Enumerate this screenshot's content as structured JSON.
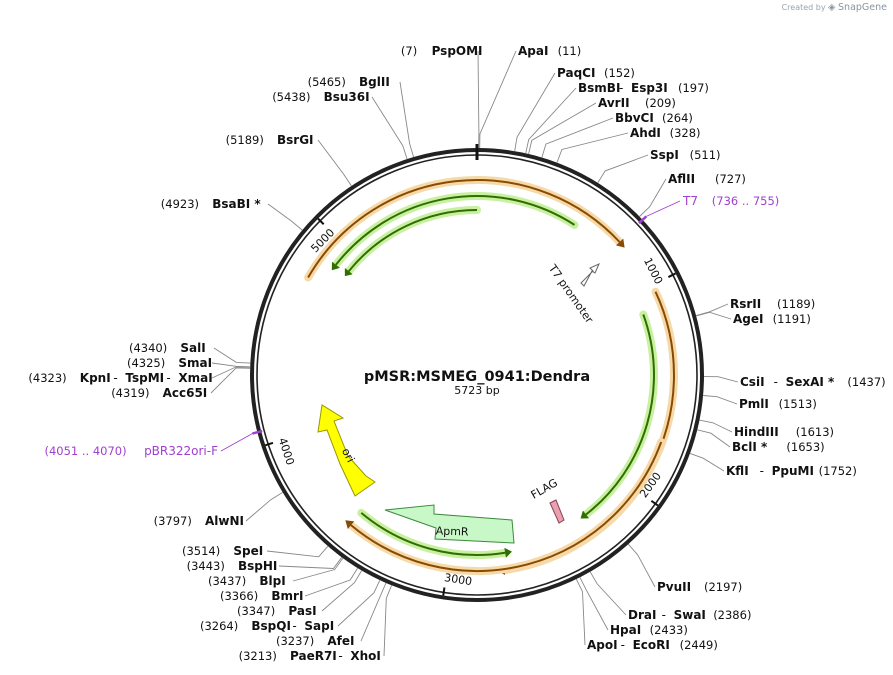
{
  "credit": {
    "prefix": "Created by",
    "brand": "SnapGene"
  },
  "plasmid": {
    "name": "pMSR:MSMEG_0941:Dendra",
    "length_label": "5723 bp",
    "length": 5723
  },
  "ticks": [
    {
      "label": "1000",
      "pos": 1000
    },
    {
      "label": "2000",
      "pos": 2000
    },
    {
      "label": "3000",
      "pos": 3000
    },
    {
      "label": "4000",
      "pos": 4000
    },
    {
      "label": "5000",
      "pos": 5000
    }
  ],
  "sites_right": [
    {
      "parts": [
        "PspOMI"
      ],
      "pos": "(7)",
      "side": "left",
      "bp": 7
    },
    {
      "parts": [
        "ApaI"
      ],
      "pos": "(11)",
      "side": "right",
      "bp": 11
    },
    {
      "parts": [
        "PaqCI"
      ],
      "pos": "(152)",
      "side": "right",
      "bp": 152
    },
    {
      "parts": [
        "BsmBI",
        "Esp3I"
      ],
      "pos": "(197)",
      "side": "right",
      "bp": 197
    },
    {
      "parts": [
        "AvrII"
      ],
      "pos": "(209)",
      "side": "right",
      "bp": 209
    },
    {
      "parts": [
        "BbvCI"
      ],
      "pos": "(264)",
      "side": "right",
      "bp": 264
    },
    {
      "parts": [
        "AhdI"
      ],
      "pos": "(328)",
      "side": "right",
      "bp": 328
    },
    {
      "parts": [
        "SspI"
      ],
      "pos": "(511)",
      "side": "right",
      "bp": 511
    },
    {
      "parts": [
        "AflII"
      ],
      "pos": "(727)",
      "side": "right",
      "bp": 727
    },
    {
      "parts": [
        "RsrII"
      ],
      "pos": "(1189)",
      "side": "right",
      "bp": 1189
    },
    {
      "parts": [
        "AgeI"
      ],
      "pos": "(1191)",
      "side": "right",
      "bp": 1191
    },
    {
      "parts": [
        "CsiI",
        "SexAI *"
      ],
      "pos": "(1437)",
      "side": "right",
      "bp": 1437
    },
    {
      "parts": [
        "PmlI"
      ],
      "pos": "(1513)",
      "side": "right",
      "bp": 1513
    },
    {
      "parts": [
        "HindIII"
      ],
      "pos": "(1613)",
      "side": "right",
      "bp": 1613
    },
    {
      "parts": [
        "BclI *"
      ],
      "pos": "(1653)",
      "side": "right",
      "bp": 1653
    },
    {
      "parts": [
        "KflI",
        "PpuMI"
      ],
      "pos": "(1752)",
      "side": "right",
      "bp": 1752
    },
    {
      "parts": [
        "PvuII"
      ],
      "pos": "(2197)",
      "side": "right",
      "bp": 2197
    },
    {
      "parts": [
        "DraI",
        "SwaI"
      ],
      "pos": "(2386)",
      "side": "right",
      "bp": 2386
    },
    {
      "parts": [
        "HpaI"
      ],
      "pos": "(2433)",
      "side": "right",
      "bp": 2433
    },
    {
      "parts": [
        "ApoI",
        "EcoRI"
      ],
      "pos": "(2449)",
      "side": "right",
      "bp": 2449
    }
  ],
  "sites_left": [
    {
      "parts": [
        "PaeR7I",
        "XhoI"
      ],
      "pos": "(3213)",
      "bp": 3213
    },
    {
      "parts": [
        "AfeI"
      ],
      "pos": "(3237)",
      "bp": 3237
    },
    {
      "parts": [
        "BspQI",
        "SapI"
      ],
      "pos": "(3264)",
      "bp": 3264
    },
    {
      "parts": [
        "PasI"
      ],
      "pos": "(3347)",
      "bp": 3347
    },
    {
      "parts": [
        "BmrI"
      ],
      "pos": "(3366)",
      "bp": 3366
    },
    {
      "parts": [
        "BlpI"
      ],
      "pos": "(3437)",
      "bp": 3437
    },
    {
      "parts": [
        "BspHI"
      ],
      "pos": "(3443)",
      "bp": 3443
    },
    {
      "parts": [
        "SpeI"
      ],
      "pos": "(3514)",
      "bp": 3514
    },
    {
      "parts": [
        "AlwNI"
      ],
      "pos": "(3797)",
      "bp": 3797
    },
    {
      "parts": [
        "Acc65I"
      ],
      "pos": "(4319)",
      "bp": 4319
    },
    {
      "parts": [
        "KpnI",
        "TspMI",
        "XmaI"
      ],
      "pos": "(4323)",
      "bp": 4323
    },
    {
      "parts": [
        "SmaI"
      ],
      "pos": "(4325)",
      "bp": 4325
    },
    {
      "parts": [
        "SalI"
      ],
      "pos": "(4340)",
      "bp": 4340
    },
    {
      "parts": [
        "BsaBI *"
      ],
      "pos": "(4923)",
      "bp": 4923
    },
    {
      "parts": [
        "BsrGI"
      ],
      "pos": "(5189)",
      "bp": 5189
    },
    {
      "parts": [
        "Bsu36I"
      ],
      "pos": "(5438)",
      "bp": 5438
    },
    {
      "parts": [
        "BglII"
      ],
      "pos": "(5465)",
      "bp": 5465
    }
  ],
  "primers": [
    {
      "name": "T7",
      "range": "(736 .. 755)",
      "side": "right",
      "bp": 745
    },
    {
      "name": "pBR322ori-F",
      "range": "(4051 .. 4070)",
      "side": "left",
      "bp": 4060
    }
  ],
  "features": [
    {
      "name": "T7 promoter",
      "type": "promoter"
    },
    {
      "name": "FLAG",
      "type": "tag"
    },
    {
      "name": "ApmR",
      "type": "marker"
    },
    {
      "name": "ori",
      "type": "origin"
    }
  ],
  "colors": {
    "backbone": "#222222",
    "orf_fill": "#f5d9a8",
    "orf_line": "#8a4a00",
    "cds_fill": "#c8f0a0",
    "cds_line": "#2f6e00",
    "primer": "#a040d0",
    "ori": "#ffff00",
    "marker": "#c8f8c8",
    "flag": "#e9a0b0",
    "leader": "#888888"
  }
}
